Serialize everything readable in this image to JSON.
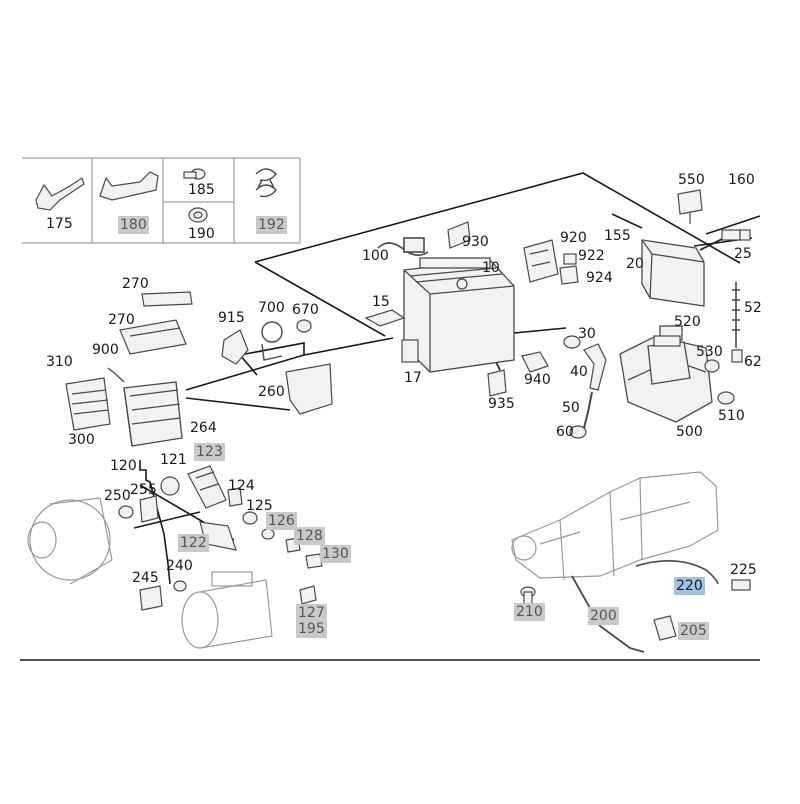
{
  "colors": {
    "line": "#1a1a1a",
    "part_outline": "#4a4a4a",
    "part_fill": "#f2f2f2",
    "faded_outline": "#9a9a9a",
    "grey_label_bg": "#c9c9c9",
    "highlight_label_bg": "#9dc3e6"
  },
  "labels": {
    "p175": "175",
    "p180": "180",
    "p185": "185",
    "p190": "190",
    "p192": "192",
    "p550": "550",
    "p160": "160",
    "p920": "920",
    "p922": "922",
    "p924": "924",
    "p155": "155",
    "p20": "20",
    "p25": "25",
    "p930": "930",
    "p100": "100",
    "p10": "10",
    "p270a": "270",
    "p270b": "270",
    "p915": "915",
    "p700": "700",
    "p670": "670",
    "p15": "15",
    "p52": "52",
    "p520": "520",
    "p30": "30",
    "p530": "530",
    "p62": "62",
    "p310": "310",
    "p900": "900",
    "p17": "17",
    "p940": "940",
    "p40": "40",
    "p260": "260",
    "p935": "935",
    "p50": "50",
    "p510": "510",
    "p300": "300",
    "p264": "264",
    "p60": "60",
    "p500": "500",
    "p123": "123",
    "p121": "121",
    "p120": "120",
    "p124": "124",
    "p250": "250",
    "p255": "255",
    "p125": "125",
    "p126": "126",
    "p128": "128",
    "p122": "122",
    "p130": "130",
    "p245": "245",
    "p240": "240",
    "p225": "225",
    "p220": "220",
    "p210": "210",
    "p200": "200",
    "p127": "127",
    "p195": "195",
    "p205": "205"
  }
}
